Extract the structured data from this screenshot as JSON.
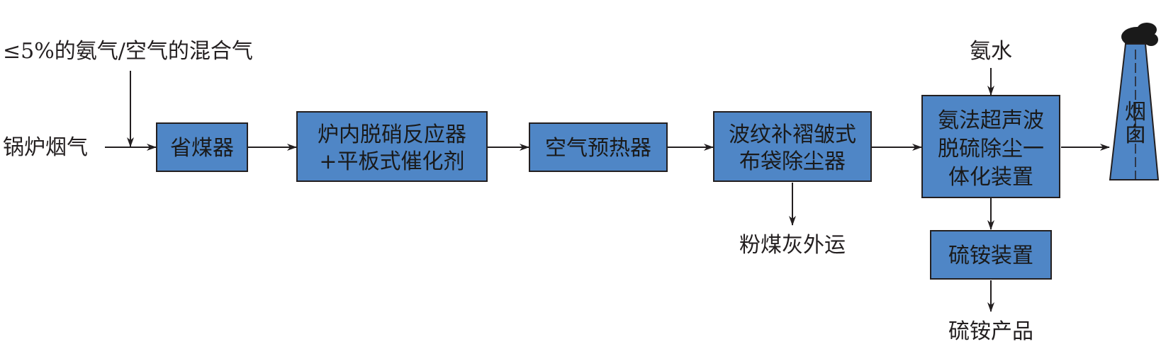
{
  "colors": {
    "box_fill": "#4f86c6",
    "line": "#231f20",
    "text": "#231f20"
  },
  "inputs": {
    "ammonia_mix": "≤5%的氨气/空气的混合气",
    "boiler_flue_gas": "锅炉烟气",
    "ammonia_water": "氨水"
  },
  "boxes": {
    "economizer": {
      "line1": "省煤器"
    },
    "denox_reactor": {
      "line1": "炉内脱硝反应器",
      "line2": "+平板式催化剂"
    },
    "air_preheater": {
      "line1": "空气预热器"
    },
    "bag_filter": {
      "line1": "波纹补褶皱式",
      "line2": "布袋除尘器"
    },
    "desulfurization": {
      "line1": "氨法超声波",
      "line2": "脱硫除尘一",
      "line3": "体化装置"
    },
    "ammonium_sulfate": {
      "line1": "硫铵装置"
    }
  },
  "outputs": {
    "fly_ash": "粉煤灰外运",
    "ammonium_sulfate_product": "硫铵产品"
  },
  "chimney": {
    "line1": "烟",
    "line2": "囱"
  },
  "icons": {
    "chimney": "chimney-icon",
    "smoke": "smoke-icon",
    "arrow": "arrow-right-icon"
  }
}
